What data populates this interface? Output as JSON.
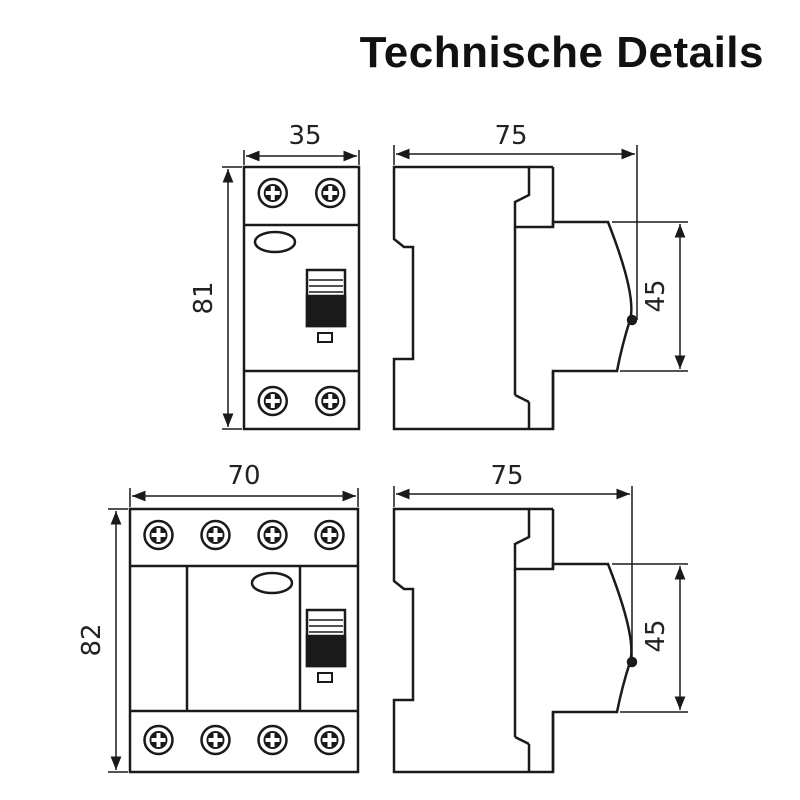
{
  "title": "Technische Details",
  "colors": {
    "line": "#1a1a1a",
    "background": "#ffffff"
  },
  "drawings": {
    "two_pole_front": {
      "width_label": "35",
      "height_label": "81",
      "terminals_per_row": 2
    },
    "two_pole_side": {
      "depth_label": "75",
      "front_height_label": "45"
    },
    "four_pole_front": {
      "width_label": "70",
      "height_label": "82",
      "terminals_per_row": 4
    },
    "four_pole_side": {
      "depth_label": "75",
      "front_height_label": "45"
    }
  }
}
